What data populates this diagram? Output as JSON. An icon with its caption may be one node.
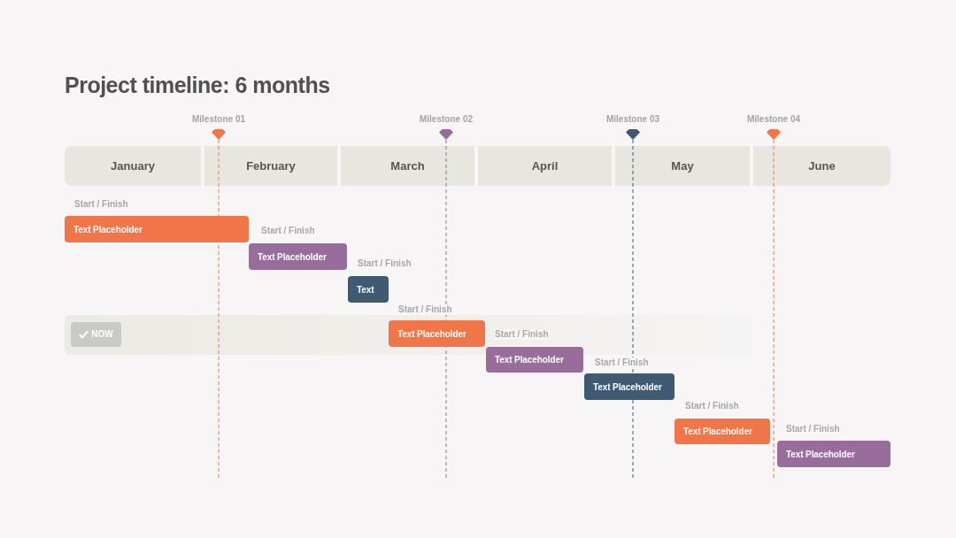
{
  "diagram": {
    "title": "Project timeline: 6 months",
    "nodes": [
      {
        "text": [
          "Milestone 01"
        ]
      },
      {
        "text": [
          "Milestone 02"
        ]
      },
      {
        "text": [
          "Milestone 03"
        ]
      },
      {
        "text": [
          "Milestone 04"
        ]
      },
      {
        "text": [
          "January"
        ]
      },
      {
        "text": [
          "February"
        ]
      },
      {
        "text": [
          "March"
        ]
      },
      {
        "text": [
          "April"
        ]
      },
      {
        "text": [
          "May"
        ]
      },
      {
        "text": [
          "June"
        ]
      },
      {
        "text": [
          "Text Placeholder"
        ],
        "beside": [
          "Start / Finish"
        ]
      },
      {
        "text": [
          "Text Placeholder"
        ],
        "beside": [
          "Start / Finish"
        ]
      },
      {
        "text": [
          "Text"
        ],
        "beside": [
          "Start / Finish"
        ]
      },
      {
        "text": [
          "NOW"
        ]
      },
      {
        "text": [
          "Text Placeholder"
        ],
        "beside": [
          "Start / Finish"
        ]
      },
      {
        "text": [
          "Text Placeholder"
        ],
        "beside": [
          "Start / Finish"
        ]
      },
      {
        "text": [
          "Text Placeholder"
        ],
        "beside": [
          "Start / Finish"
        ]
      },
      {
        "text": [
          "Text Placeholder"
        ],
        "beside": [
          "Start / Finish"
        ]
      },
      {
        "text": [
          "Text Placeholder"
        ],
        "beside": [
          "Start / Finish"
        ]
      }
    ],
    "edges": [
      {
        "from": 0,
        "to": null,
        "arrow": "none",
        "style": "dashed",
        "color": "#f07649"
      },
      {
        "from": 1,
        "to": null,
        "arrow": "none",
        "style": "dashed",
        "color": "#986c9b"
      },
      {
        "from": 2,
        "to": null,
        "arrow": "none",
        "style": "dashed",
        "color": "#3f5b73"
      },
      {
        "from": 3,
        "to": null,
        "arrow": "none",
        "style": "dashed",
        "color": "#f07649"
      }
    ]
  }
}
